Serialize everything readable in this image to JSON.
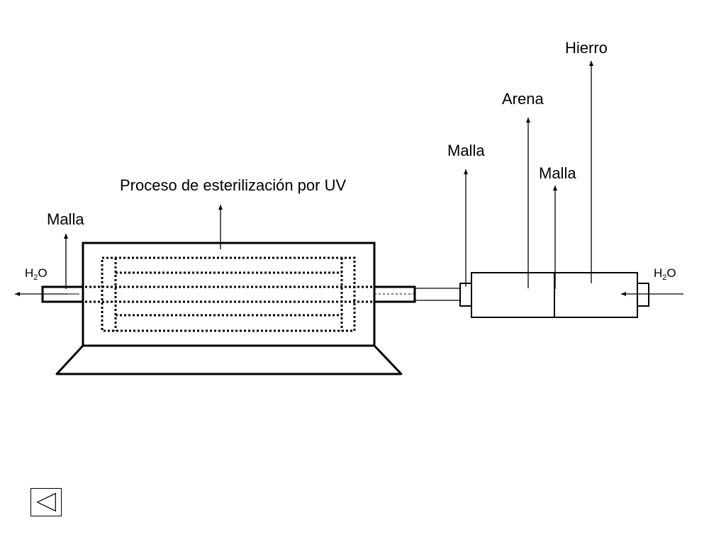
{
  "labels": {
    "uv_process": "Proceso de esterilización por UV",
    "malla_left": "Malla",
    "water_left_main": "H",
    "water_left_sub": "2",
    "water_left_end": "O",
    "water_right_main": "H",
    "water_right_sub": "2",
    "water_right_end": "O",
    "malla_right_1": "Malla",
    "arena": "Arena",
    "malla_right_2": "Malla",
    "hierro": "Hierro"
  },
  "navigation": {
    "back_icon": "triangle-left-icon"
  }
}
